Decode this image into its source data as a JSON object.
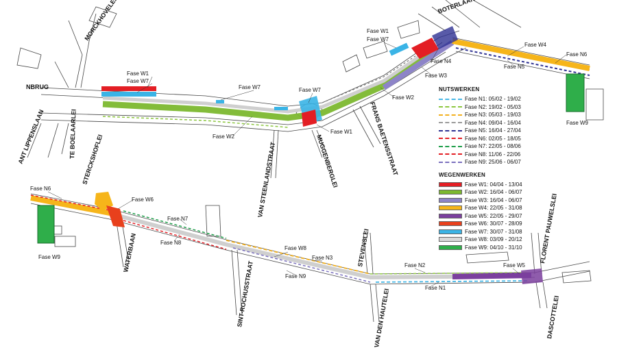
{
  "streets": {
    "morckhoven": "MORCKHOVELEI",
    "boterlaar": "BOTERLAAR",
    "brug": "NBRUG",
    "lippenslaan": "ANT LIPPENSLAAN",
    "boelaard": "TE BOELAARLEI",
    "steenland": "VAN STEENLANDSTRAAT",
    "muggenberg": "MUGGENBERGLEI",
    "baeten": "FRANS BAETENSSTRAAT",
    "sterckshof": "STERCKSHOFLEI",
    "waterbaan": "WATERBAAN",
    "sintrochus": "SINT-ROCHUSSTRAAT",
    "stevens": "STEVENSLEI",
    "hautelei": "VAN DEN HAUTELEI",
    "pauwels": "FLORENT PAUWELSLEI",
    "dascottel": "DASCOTTELEI"
  },
  "phase_labels": {
    "w1_a": "Fase W1",
    "w7_a": "Fase W7",
    "w1_b": "Fase W1",
    "w7_b": "Fase W7",
    "w7_c": "Fase W7",
    "w7_d": "Fase W7",
    "w2_a": "Fase W2",
    "w1_c": "Fase W1",
    "n4": "Fase N4",
    "w3": "Fase W3",
    "w2_b": "Fase W2",
    "w4": "Fase W4",
    "n5": "Fase N5",
    "n6_a": "Fase N6",
    "w9_a": "Fase W9",
    "n6_b": "Fase N6",
    "w6": "Fase W6",
    "n7": "Fase N7",
    "n8": "Fase N8",
    "w9_b": "Fase W9",
    "w8": "Fase W8",
    "n3": "Fase N3",
    "n9": "Fase N9",
    "n2": "Fase N2",
    "w5": "Fase W5",
    "n1": "Fase N1"
  },
  "legend": {
    "nuts_title": "NUTSWERKEN",
    "nuts": [
      {
        "label": "Fase N1: 05/02 - 19/02",
        "color": "#46b7e6"
      },
      {
        "label": "Fase N2: 19/02 - 05/03",
        "color": "#8cc63f"
      },
      {
        "label": "Fase N3: 05/03 - 19/03",
        "color": "#f2b01e"
      },
      {
        "label": "Fase N4: 09/04 - 16/04",
        "color": "#9a9a9a"
      },
      {
        "label": "Fase N5: 16/04 - 27/04",
        "color": "#2e3192"
      },
      {
        "label": "Fase N6: 02/05 - 18/05",
        "color": "#e31e24"
      },
      {
        "label": "Fase N7: 22/05 - 08/06",
        "color": "#1e9e4a"
      },
      {
        "label": "Fase N8: 11/06 - 22/06",
        "color": "#e31e24"
      },
      {
        "label": "Fase N9: 25/06 - 06/07",
        "color": "#7a6fbe"
      }
    ],
    "weg_title": "WEGENWERKEN",
    "weg": [
      {
        "label": "Fase W1: 04/04 - 13/04",
        "color": "#e31e24"
      },
      {
        "label": "Fase W2: 16/04 - 06/07",
        "color": "#7cb82f"
      },
      {
        "label": "Fase W3: 16/04 - 06/07",
        "color": "#8d84c8"
      },
      {
        "label": "Fase W4: 22/05 - 31/08",
        "color": "#f6b51a"
      },
      {
        "label": "Fase W5: 22/05 - 29/07",
        "color": "#7b3f9e"
      },
      {
        "label": "Fase W6: 30/07 - 28/09",
        "color": "#e8401c"
      },
      {
        "label": "Fase W7: 30/07 - 31/08",
        "color": "#3ab4e6"
      },
      {
        "label": "Fase W8: 03/09 - 20/12",
        "color": "#d9d9d9"
      },
      {
        "label": "Fase W9: 04/10 - 31/10",
        "color": "#2fae4a"
      }
    ]
  }
}
